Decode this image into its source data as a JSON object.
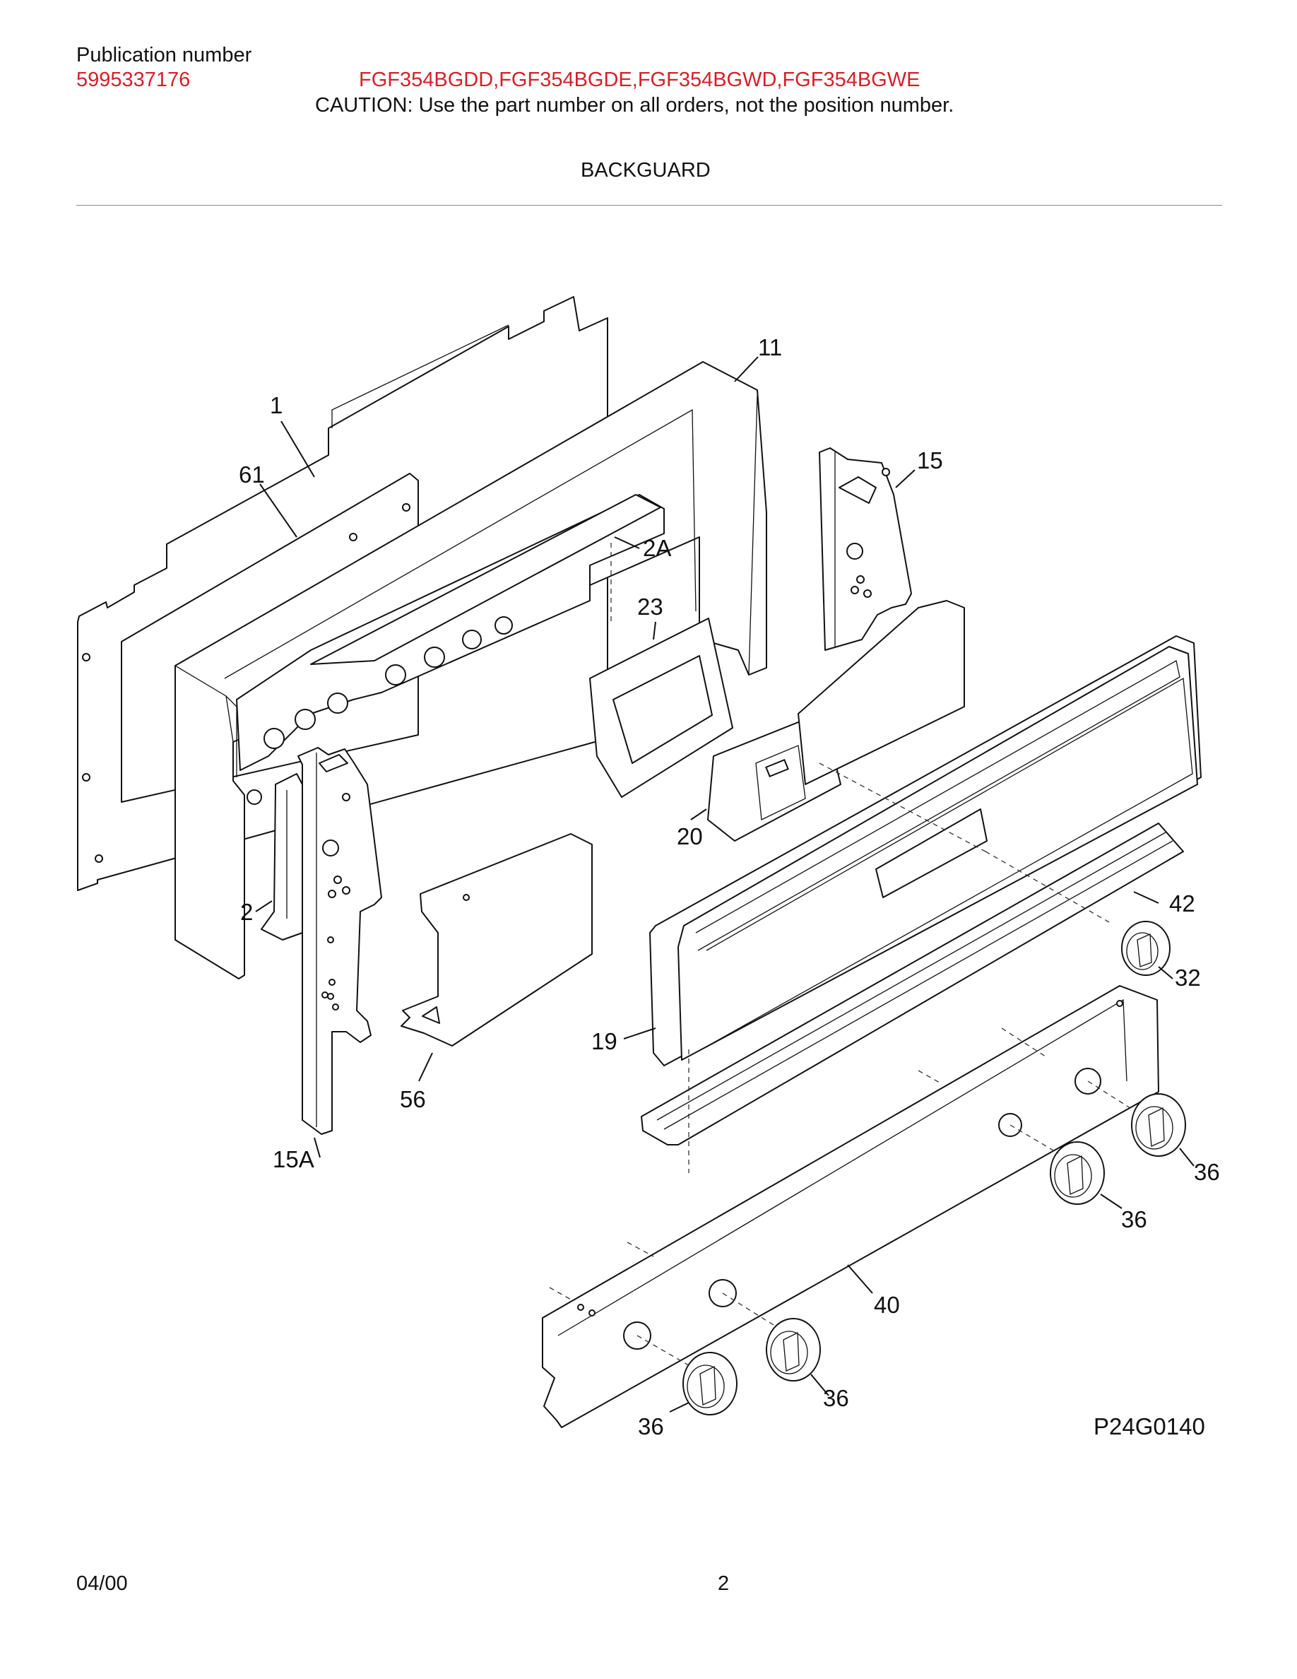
{
  "header": {
    "publication_label": "Publication number",
    "publication_number": "5995337176",
    "models": "FGF354BGDD,FGF354BGDE,FGF354BGWD,FGF354BGWE",
    "caution": "CAUTION:  Use the part number on all orders, not the position number.",
    "section_title": "BACKGUARD"
  },
  "diagram": {
    "code": "P24G0140",
    "callouts": {
      "c1": "1",
      "c61": "61",
      "c11": "11",
      "c15": "15",
      "c2A": "2A",
      "c23": "23",
      "c20": "20",
      "c2": "2",
      "c42": "42",
      "c32": "32",
      "c19": "19",
      "c56": "56",
      "c15A": "15A",
      "c36a": "36",
      "c36b": "36",
      "c40": "40",
      "c36c": "36",
      "c36d": "36"
    }
  },
  "footer": {
    "date": "04/00",
    "page": "2"
  }
}
